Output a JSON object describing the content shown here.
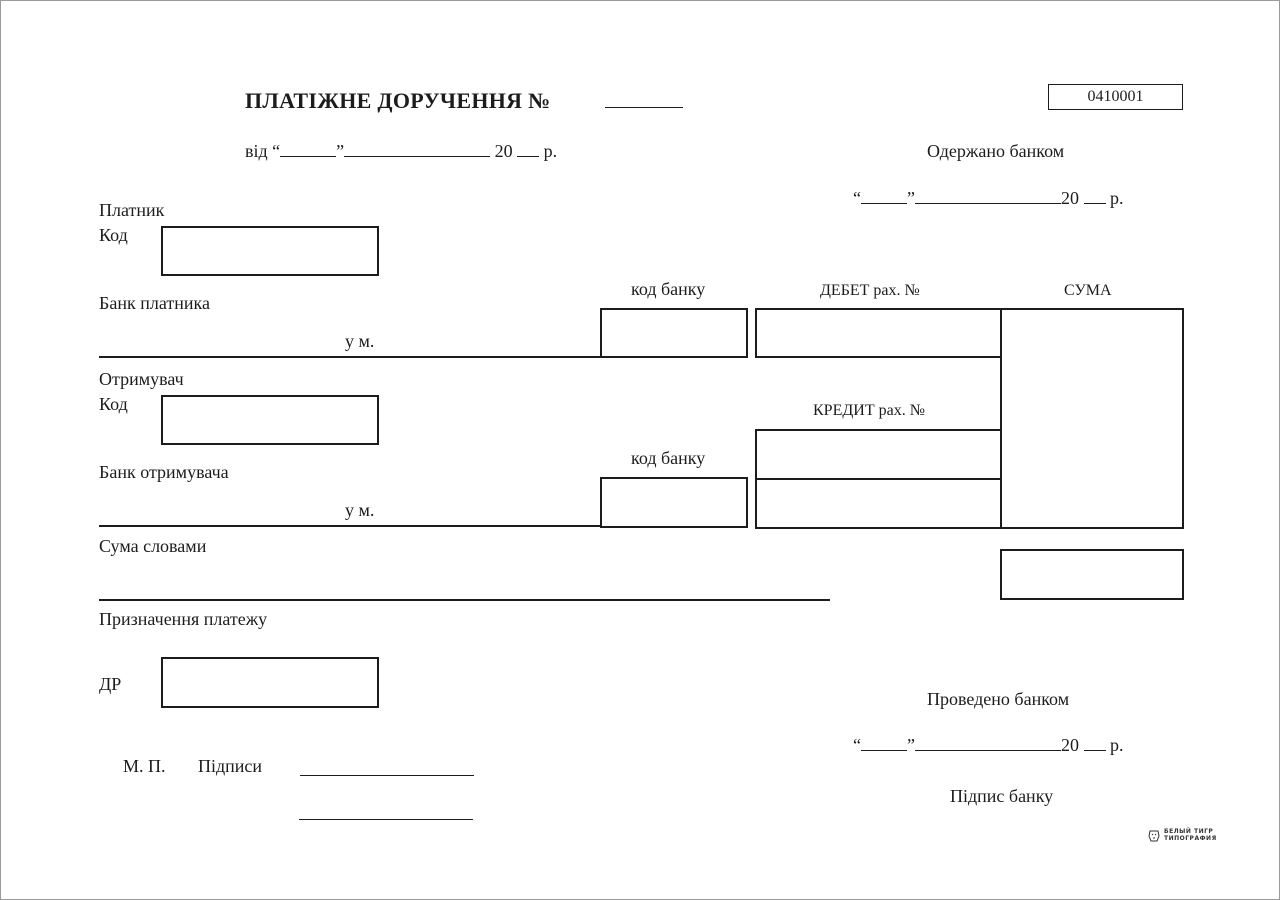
{
  "header": {
    "title": "ПЛАТІЖНЕ ДОРУЧЕННЯ №",
    "form_code": "0410001",
    "date_prefix": "від",
    "year_prefix": "20",
    "year_suffix": "р."
  },
  "received": {
    "label": "Одержано банком",
    "year_prefix": "20",
    "year_suffix": "р."
  },
  "payer": {
    "label": "Платник",
    "code_label": "Код",
    "bank_label": "Банк платника",
    "city_label": "у м.",
    "bank_code_label": "код банку"
  },
  "recipient": {
    "label": "Отримувач",
    "code_label": "Код",
    "bank_label": "Банк отримувача",
    "city_label": "у м.",
    "bank_code_label": "код банку"
  },
  "columns": {
    "debit_label": "ДЕБЕТ рах. №",
    "credit_label": "КРЕДИТ рах. №",
    "sum_label": "СУМА"
  },
  "amount_words_label": "Сума словами",
  "purpose_label": "Призначення платежу",
  "dr_label": "ДР",
  "seal_label": "М. П.",
  "signatures_label": "Підписи",
  "processed": {
    "label": "Проведено банком",
    "year_prefix": "20",
    "year_suffix": "р.",
    "signature_label": "Підпис банку"
  },
  "logo": {
    "line1": "БЕЛЫЙ ТИГР",
    "line2": "ТИПОГРАФИЯ"
  }
}
